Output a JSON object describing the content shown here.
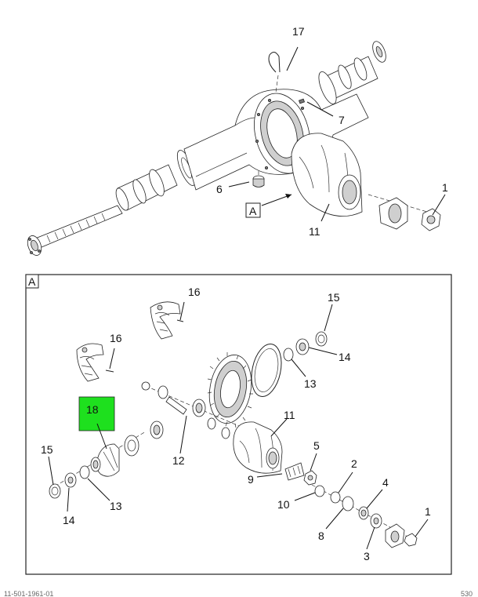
{
  "upper_labels": {
    "l17": "17",
    "l7": "7",
    "l6": "6",
    "lA": "A",
    "l1": "1",
    "l11": "11"
  },
  "detail_view": {
    "title": "A",
    "labels": {
      "l16a": "16",
      "l15a": "15",
      "l16b": "16",
      "l14a": "14",
      "l13a": "13",
      "l11": "11",
      "l12": "12",
      "l5": "5",
      "l15b": "15",
      "l9": "9",
      "l2": "2",
      "l13b": "13",
      "l14b": "14",
      "l10": "10",
      "l4": "4",
      "l8": "8",
      "l1": "1",
      "l3": "3"
    },
    "highlight": {
      "label": "18",
      "color": "#1ee01e"
    }
  },
  "footer": {
    "left": "11-501-1961-01",
    "right": "530"
  }
}
